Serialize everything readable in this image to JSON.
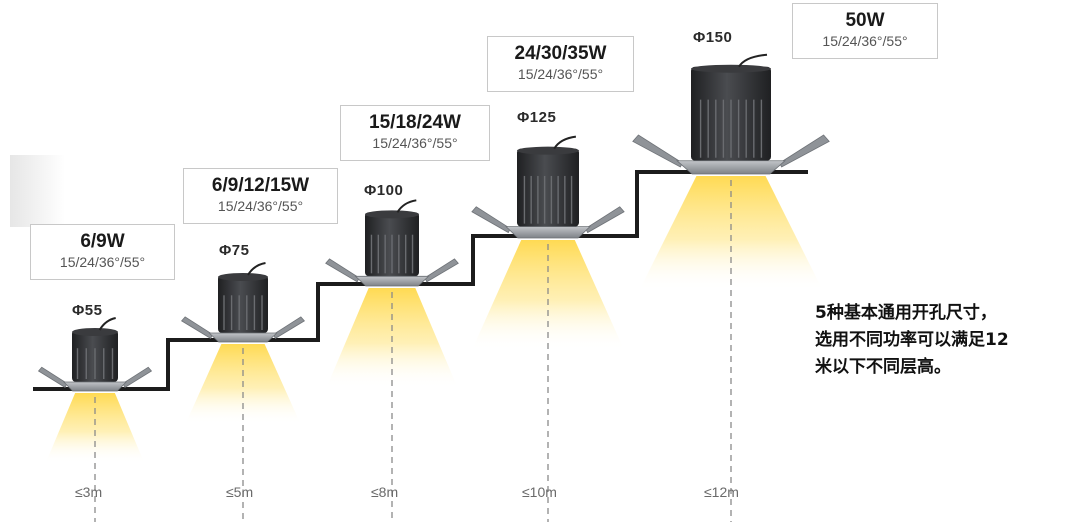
{
  "fixtures": [
    {
      "diameter": "Φ55",
      "power": "6/9W",
      "angles": "15/24/36°/55°",
      "height": "≤3m"
    },
    {
      "diameter": "Φ75",
      "power": "6/9/12/15W",
      "angles": "15/24/36°/55°",
      "height": "≤5m"
    },
    {
      "diameter": "Φ100",
      "power": "15/18/24W",
      "angles": "15/24/36°/55°",
      "height": "≤8m"
    },
    {
      "diameter": "Φ125",
      "power": "24/30/35W",
      "angles": "15/24/36°/55°",
      "height": "≤10m"
    },
    {
      "diameter": "Φ150",
      "power": "50W",
      "angles": "15/24/36°/55°",
      "height": "≤12m"
    }
  ],
  "note": {
    "line1": "5种基本通用开孔尺寸，",
    "line2": "选用不同功率可以满足12",
    "line3": "米以下不同层高。"
  },
  "colors": {
    "light": "#ffd84a",
    "body": "#2f3033",
    "ring": "#9da1a6",
    "step": "#1c1c1c"
  }
}
